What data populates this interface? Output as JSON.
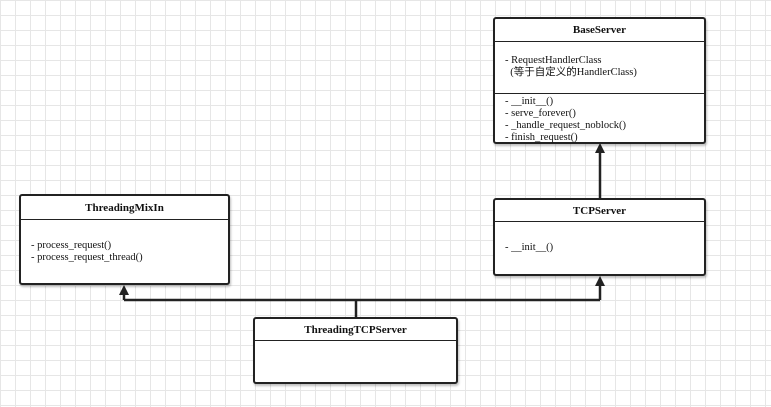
{
  "classes": {
    "base_server": {
      "name": "BaseServer",
      "attributes": [
        "- RequestHandlerClass",
        "  (等于自定义的HandlerClass)"
      ],
      "methods": [
        "- __init__()",
        "- serve_forever()",
        "- _handle_request_noblock()",
        "- finish_request()"
      ]
    },
    "tcp_server": {
      "name": "TCPServer",
      "methods": [
        "- __init__()"
      ]
    },
    "threading_mixin": {
      "name": "ThreadingMixIn",
      "methods": [
        "- process_request()",
        "- process_request_thread()"
      ]
    },
    "threading_tcp_server": {
      "name": "ThreadingTCPServer"
    }
  },
  "relations": [
    {
      "from": "TCPServer",
      "to": "BaseServer",
      "type": "inheritance"
    },
    {
      "from": "ThreadingTCPServer",
      "to": "TCPServer",
      "type": "inheritance"
    },
    {
      "from": "ThreadingTCPServer",
      "to": "ThreadingMixIn",
      "type": "inheritance"
    }
  ],
  "colors": {
    "line": "#222222",
    "grid": "#e6e6e6",
    "box_fill": "#ffffff"
  }
}
